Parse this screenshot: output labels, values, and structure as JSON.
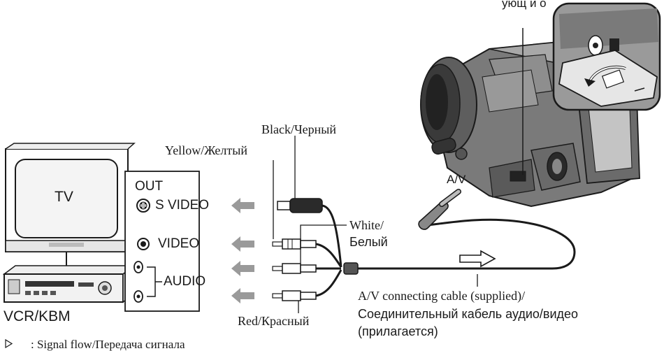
{
  "top_fragment": "ующ и  о",
  "tv": {
    "label": "TV"
  },
  "vcr": {
    "label": "VCR/KBM"
  },
  "panel": {
    "out": "OUT",
    "s_video": "S VIDEO",
    "video": "VIDEO",
    "audio": "AUDIO"
  },
  "plugs": {
    "black": "Black/Черный",
    "yellow": "Yellow/Желтый",
    "white_line1": "White/",
    "white_line2": "Белый",
    "red": "Red/Красный"
  },
  "camera": {
    "av_label": "A/V"
  },
  "cable": {
    "line1": "A/V connecting cable (supplied)/",
    "line2": "Соединительный кабель аудио/видео",
    "line3": "(прилагается)"
  },
  "legend": {
    "symbol": "▷",
    "text": ": Signal flow/Передача сигнала"
  },
  "colors": {
    "ink": "#1a1a1a",
    "camera_body": "#6f6f6f",
    "camera_dark": "#3a3a3a",
    "arrow": "#9a9a9a"
  }
}
